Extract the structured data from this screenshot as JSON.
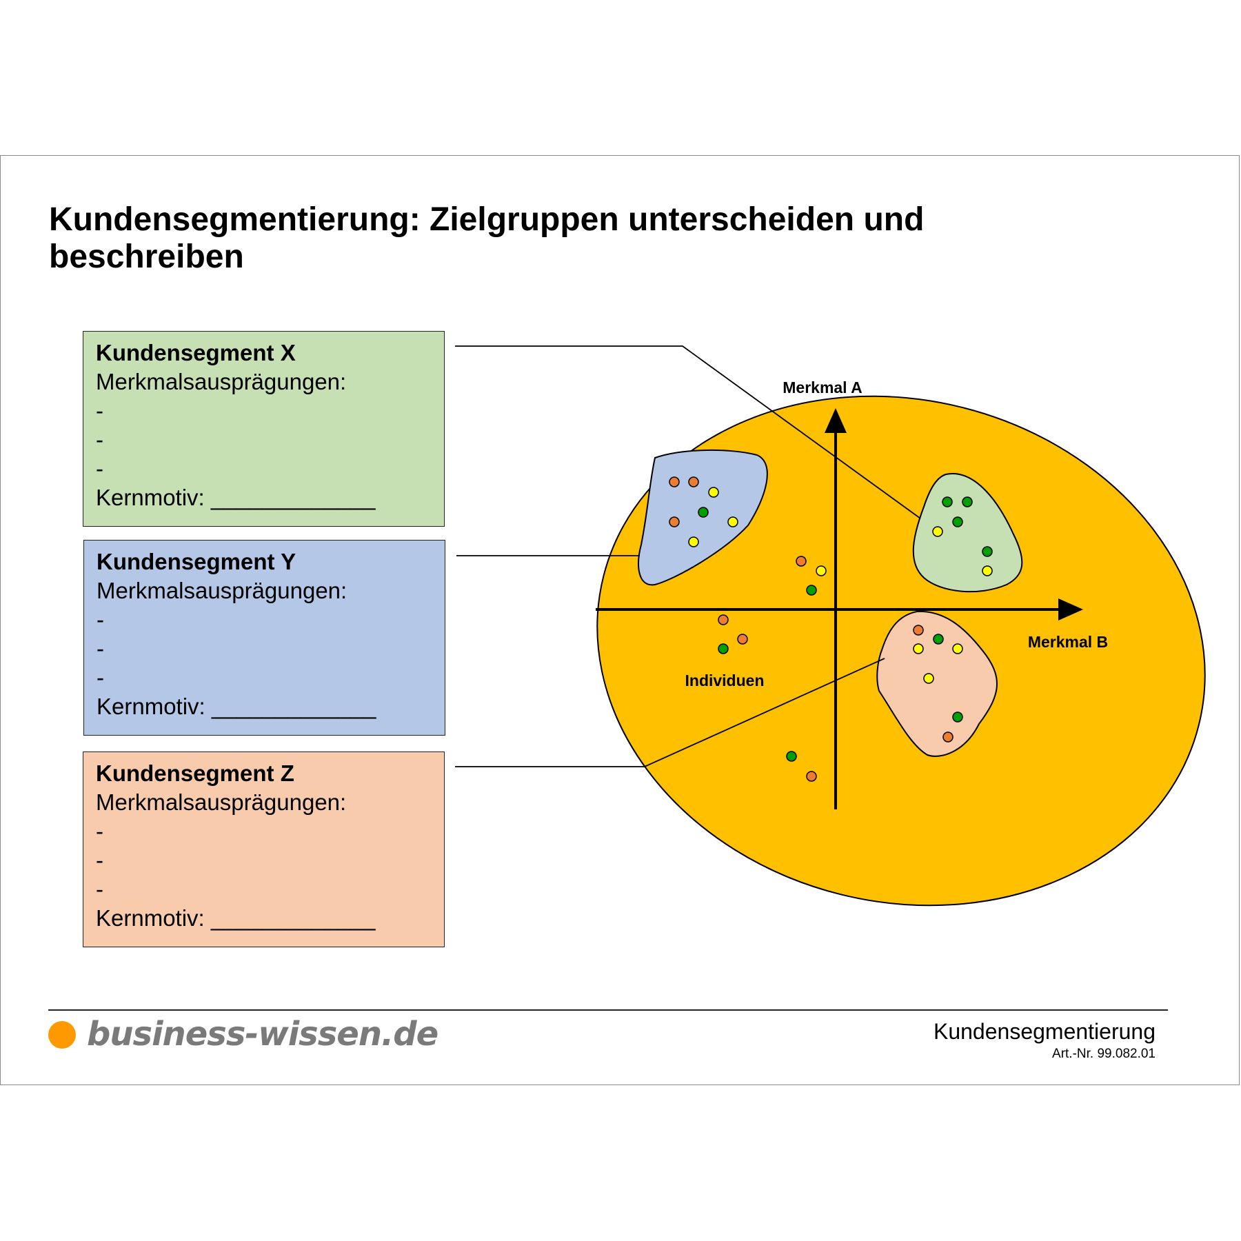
{
  "title": "Kundensegmentierung: Zielgruppen unterscheiden und beschreiben",
  "segments": [
    {
      "id": "x",
      "name": "Kundensegment X",
      "features_label": "Merkmalsausprägungen:",
      "bullets": [
        "-",
        "-",
        "-"
      ],
      "core_motive": "Kernmotiv: _____________",
      "color": "#c6e0b4"
    },
    {
      "id": "y",
      "name": "Kundensegment Y",
      "features_label": "Merkmalsausprägungen:",
      "bullets": [
        "-",
        "-",
        "-"
      ],
      "core_motive": "Kernmotiv: _____________",
      "color": "#b4c7e7"
    },
    {
      "id": "z",
      "name": "Kundensegment Z",
      "features_label": "Merkmalsausprägungen:",
      "bullets": [
        "-",
        "-",
        "-"
      ],
      "core_motive": "Kernmotiv: _____________",
      "color": "#f8cbad"
    }
  ],
  "diagram": {
    "axis_y_label": "Merkmal A",
    "axis_x_label": "Merkmal B",
    "individuals_label": "Individuen",
    "market_color": "#ffc000",
    "dot_colors": {
      "orange": "#ed7d31",
      "yellow": "#ffff00",
      "green": "#00a000"
    }
  },
  "footer": {
    "logo_text": "business-wissen.de",
    "logo_dot_color": "#ff9900",
    "doc_title": "Kundensegmentierung",
    "art_nr": "Art.-Nr. 99.082.01"
  }
}
